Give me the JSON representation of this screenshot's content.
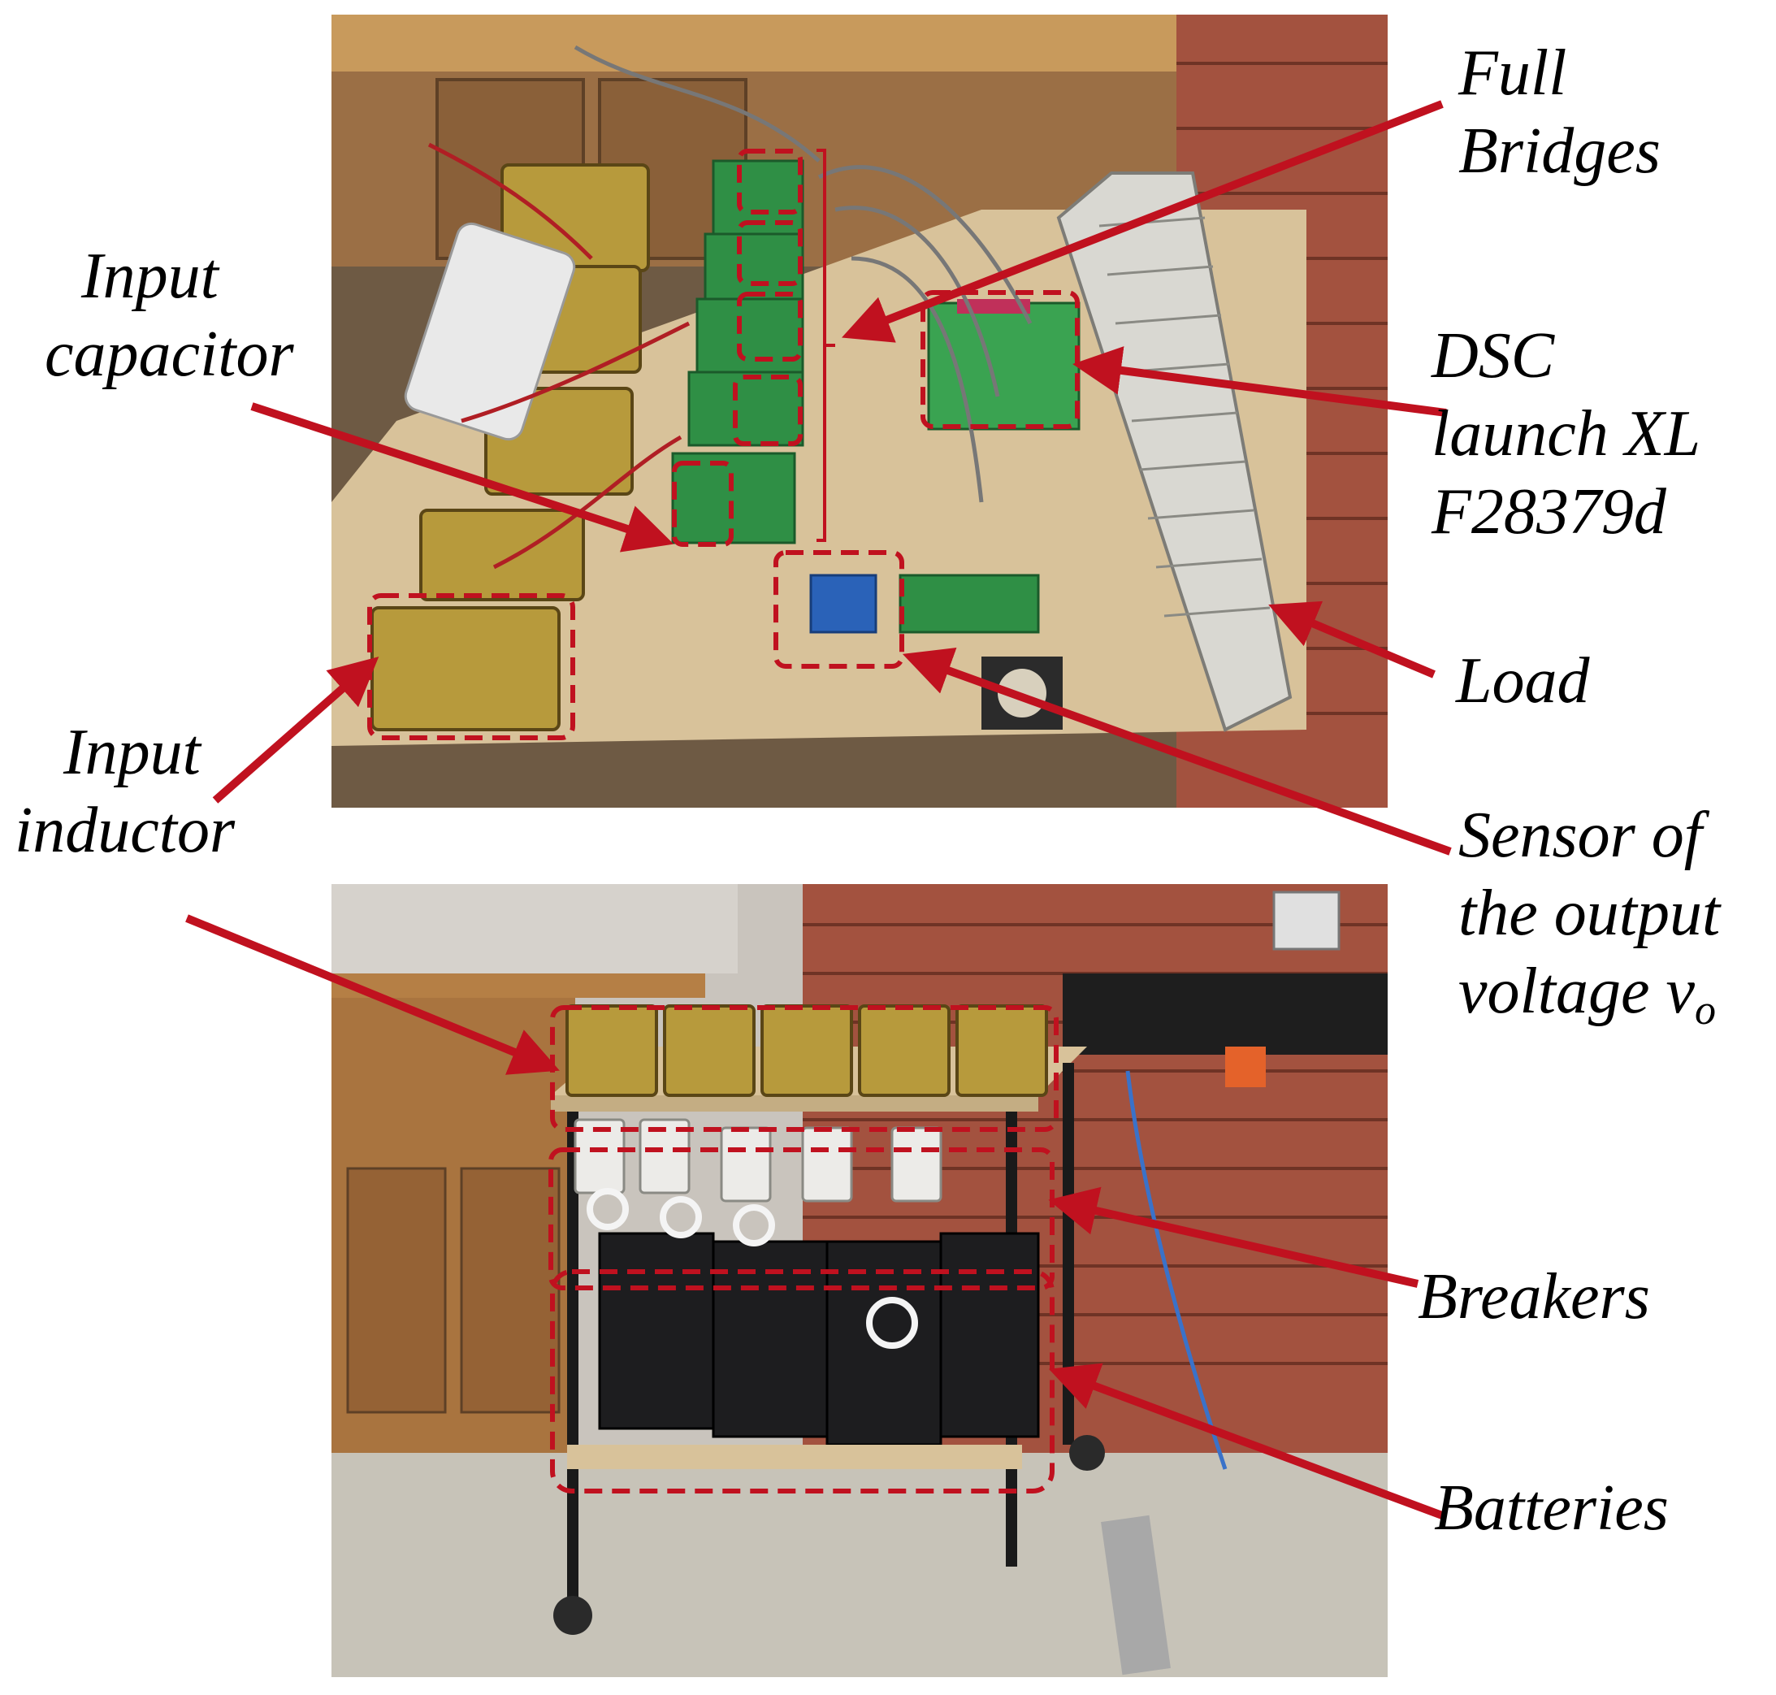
{
  "figure": {
    "labels": {
      "full_bridges": [
        "Full",
        "Bridges"
      ],
      "input_capacitor": [
        "Input",
        "capacitor"
      ],
      "dsc": [
        "DSC",
        "launch XL",
        "F28379d"
      ],
      "load": "Load",
      "input_inductor": [
        "Input",
        "inductor"
      ],
      "sensor": [
        "Sensor of",
        "the output",
        "voltage v"
      ],
      "sensor_subscript": "o",
      "breakers": "Breakers",
      "batteries": "Batteries"
    },
    "colors": {
      "annotation": "#c0111f",
      "text": "#000000",
      "pcb_green": "#2f8f45",
      "transformer_gold": "#b79a3c",
      "brick": "#a3523f",
      "wood": "#d8c29a",
      "battery_black": "#1d1d1f"
    }
  }
}
